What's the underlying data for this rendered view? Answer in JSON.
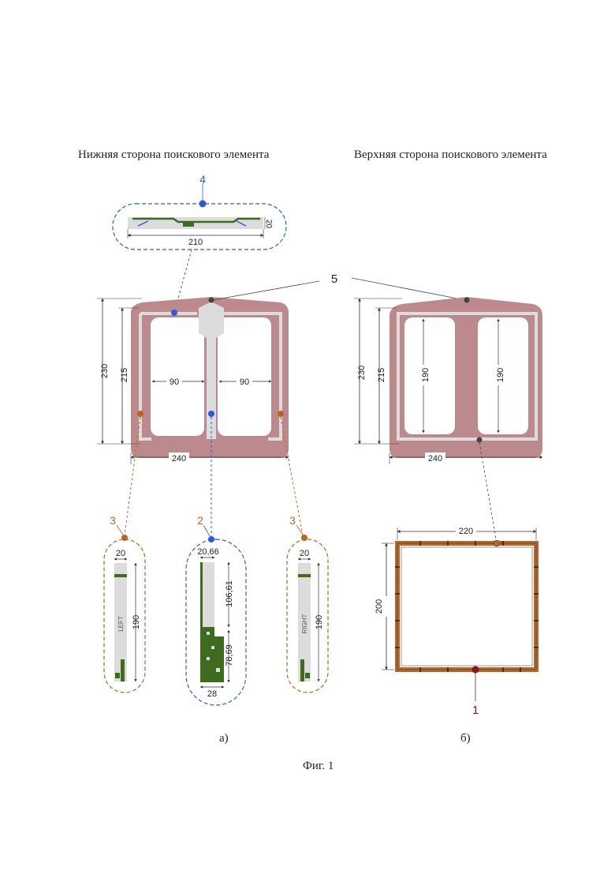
{
  "headings": {
    "left": "Нижняя сторона поискового элемента",
    "right": "Верхняя сторона поискового элемента"
  },
  "callouts": {
    "c1": "1",
    "c2": "2",
    "c3": "3",
    "c4": "4",
    "c5": "5"
  },
  "dims": {
    "d230": "230",
    "d215": "215",
    "d90": "90",
    "d240": "240",
    "d210": "210",
    "d20": "20",
    "d190": "190",
    "d2066": "20,66",
    "d10661": "106,61",
    "d7869": "78,69",
    "d28": "28",
    "d220": "220",
    "d200": "200"
  },
  "strip_labels": {
    "left": "LEFT",
    "right": "RIGHT"
  },
  "captions": {
    "a": "а)",
    "b": "б)",
    "fig": "Фиг. 1"
  },
  "colors": {
    "frame": "#bc8a8c",
    "trace": "#dcdcdc",
    "pcb": "#3f6b1e",
    "blue": "#2b5bd7",
    "orange": "#b8651e",
    "wood": "#b8672d",
    "dark": "#444444"
  }
}
